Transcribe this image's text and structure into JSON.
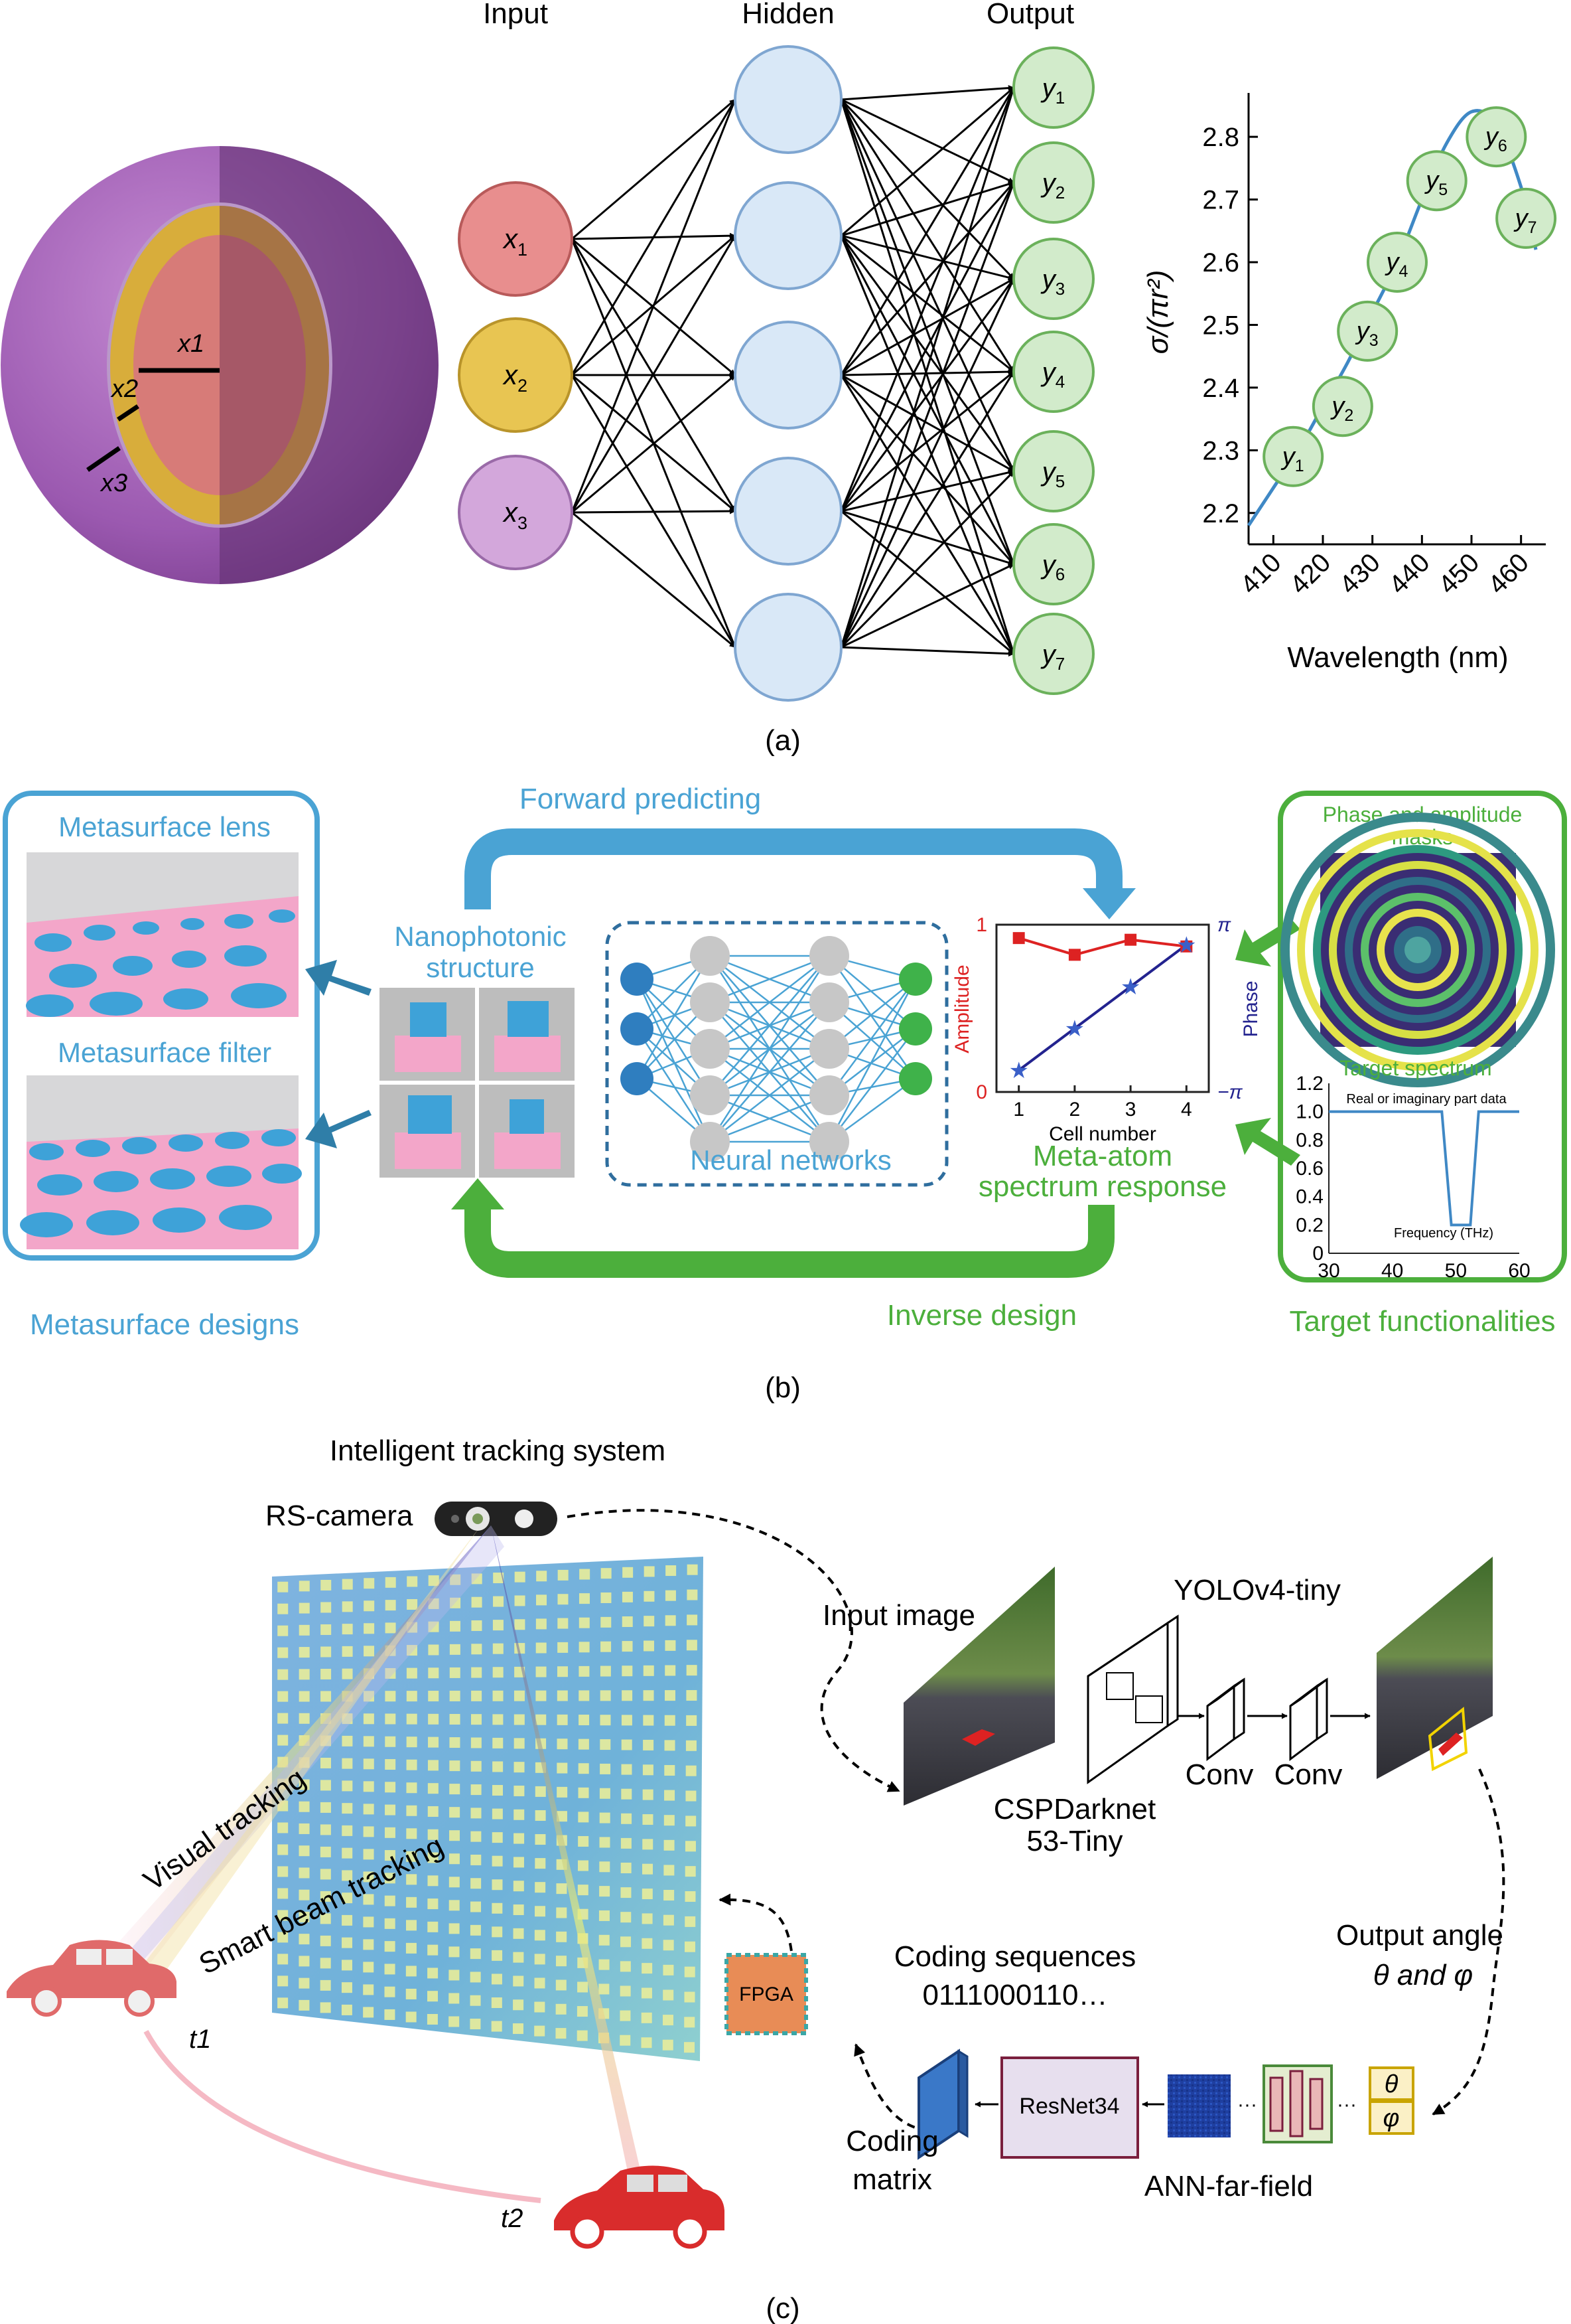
{
  "panel_a": {
    "caption": "(a)",
    "sphere_labels": [
      "x1",
      "x2",
      "x3"
    ],
    "nn": {
      "input_title": "Input",
      "hidden_title": "Hidden",
      "output_title": "Output",
      "inputs": [
        "x1",
        "x2",
        "x3"
      ],
      "outputs": [
        "y1",
        "y2",
        "y3",
        "y4",
        "y5",
        "y6",
        "y7"
      ]
    },
    "chart_data": {
      "type": "line",
      "ylabel": "σ/(πr²)",
      "xlabel": "Wavelength (nm)",
      "xlim": [
        405,
        465
      ],
      "ylim": [
        2.15,
        2.87
      ],
      "xticks": [
        410,
        420,
        430,
        440,
        450,
        460
      ],
      "yticks": [
        2.2,
        2.3,
        2.4,
        2.5,
        2.6,
        2.7,
        2.8
      ],
      "curve": {
        "x": [
          405,
          410,
          415,
          420,
          425,
          430,
          435,
          440,
          445,
          450,
          455,
          460,
          463
        ],
        "y": [
          2.18,
          2.24,
          2.3,
          2.37,
          2.44,
          2.52,
          2.6,
          2.7,
          2.79,
          2.84,
          2.82,
          2.72,
          2.62
        ]
      },
      "markers": [
        {
          "label": "y1",
          "x": 414,
          "y": 2.29
        },
        {
          "label": "y2",
          "x": 424,
          "y": 2.37
        },
        {
          "label": "y3",
          "x": 429,
          "y": 2.49
        },
        {
          "label": "y4",
          "x": 435,
          "y": 2.6
        },
        {
          "label": "y5",
          "x": 443,
          "y": 2.73
        },
        {
          "label": "y6",
          "x": 455,
          "y": 2.8
        },
        {
          "label": "y7",
          "x": 461,
          "y": 2.67
        }
      ]
    }
  },
  "panel_b": {
    "caption": "(b)",
    "forward_label": "Forward predicting",
    "inverse_label": "Inverse design",
    "designs_label": "Metasurface designs",
    "lens_label": "Metasurface lens",
    "filter_label": "Metasurface filter",
    "nanophotonic_label": [
      "Nanophotonic",
      "structure"
    ],
    "nn_label": "Neural networks",
    "response_label": [
      "Meta-atom",
      "spectrum response"
    ],
    "functionalities_label": "Target functionalities",
    "masks_label": [
      "Phase and amplitude",
      "masks"
    ],
    "target_spectrum_label": "Target spectrum",
    "colors": {
      "blue": "#4aa3d4",
      "green": "#4caf3c"
    },
    "inset_chart": {
      "type": "line",
      "xlabel": "Cell number",
      "ylabel_left": "Amplitude",
      "ylabel_right": "Phase",
      "left_ticks": [
        "1",
        "0"
      ],
      "right_ticks": [
        "π",
        "−π"
      ],
      "x": [
        1,
        2,
        3,
        4
      ],
      "amplitude": [
        0.92,
        0.82,
        0.91,
        0.87
      ],
      "phase_norm": [
        0.13,
        0.38,
        0.63,
        0.88
      ]
    },
    "spectrum_chart": {
      "type": "line",
      "title": "Real or imaginary part data",
      "xlabel": "Frequency (THz)",
      "xticks": [
        30,
        40,
        50,
        60
      ],
      "yticks": [
        "0",
        "0.2",
        "0.4",
        "0.6",
        "0.8",
        "1.0",
        "1.2"
      ],
      "x": [
        30,
        47.8,
        49.3,
        52.3,
        53.6,
        60
      ],
      "y": [
        1.0,
        1.0,
        0.2,
        0.2,
        1.0,
        1.0
      ]
    }
  },
  "panel_c": {
    "caption": "(c)",
    "title": "Intelligent tracking system",
    "camera_label": "RS-camera",
    "input_image_label": "Input image",
    "yolo_label": "YOLOv4-tiny",
    "csp_label": [
      "CSPDarknet",
      "53-Tiny"
    ],
    "conv_labels": [
      "Conv",
      "Conv"
    ],
    "output_angle_label": [
      "Output  angle",
      "θ and φ"
    ],
    "coding_seq_label": [
      "Coding sequences",
      "0111000110…"
    ],
    "fpga_label": "FPGA",
    "resnet_label": "ResNet34",
    "coding_matrix_label": [
      "Coding",
      "matrix"
    ],
    "ann_label": "ANN-far-field",
    "theta": "θ",
    "phi": "φ",
    "dots": "···",
    "visual_tracking_label": "Visual tracking",
    "beam_tracking_label": "Smart beam tracking",
    "t1": "t1",
    "t2": "t2"
  }
}
